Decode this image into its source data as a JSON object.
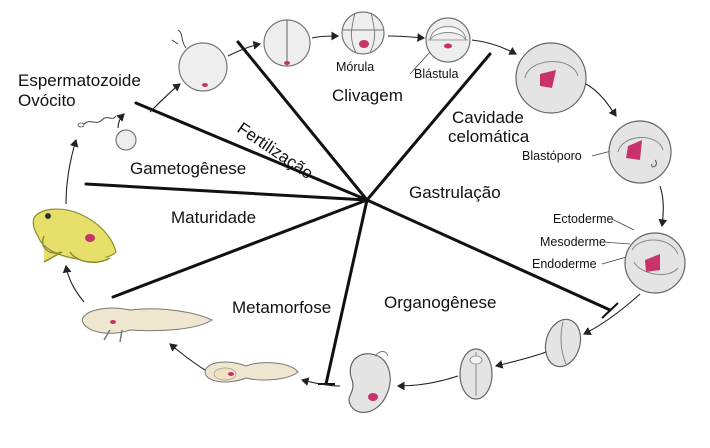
{
  "diagram": {
    "stages": {
      "fertilization": "Fertilização",
      "cleavage": "Clivagem",
      "gastrulation": "Gastrulação",
      "organogenesis": "Organogênese",
      "metamorphosis": "Metamorfose",
      "maturity": "Maturidade",
      "gametogenesis": "Gametogênese"
    },
    "labels": {
      "sperm_egg_1": "Espermatozoide",
      "sperm_egg_2": "Ovócito",
      "morula": "Mórula",
      "blastula": "Blástula",
      "coelom_1": "Cavidade",
      "coelom_2": "celomática",
      "blastopore": "Blastóporo",
      "ectoderm": "Ectoderme",
      "mesoderm": "Mesoderme",
      "endoderm": "Endoderme"
    }
  }
}
